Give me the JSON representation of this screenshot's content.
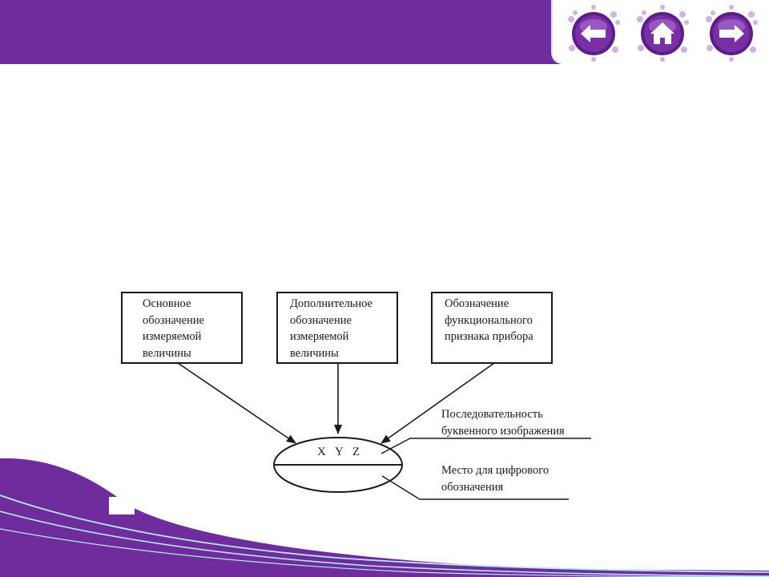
{
  "theme": {
    "header_color": "#6e2c9c",
    "accent_light": "#b9e6ee",
    "button_color": "#7a2fa6"
  },
  "navigation": {
    "back": {
      "icon": "left-arrow-icon"
    },
    "home": {
      "icon": "house-icon"
    },
    "forward": {
      "icon": "right-arrow-icon"
    }
  },
  "diagram": {
    "boxes": [
      {
        "lines": [
          "Основное",
          "обозначение",
          "измеряемой",
          "величины"
        ]
      },
      {
        "lines": [
          "Дополнительное",
          "обозначение",
          "измеряемой",
          "величины"
        ]
      },
      {
        "lines": [
          "Обозначение",
          "функционального",
          "признака прибора"
        ]
      }
    ],
    "ellipse_label": "X Y Z",
    "annotations": [
      {
        "lines": [
          "Последовательность",
          "буквенного изображения"
        ]
      },
      {
        "lines": [
          "Место для цифрового",
          "обозначения"
        ]
      }
    ]
  }
}
